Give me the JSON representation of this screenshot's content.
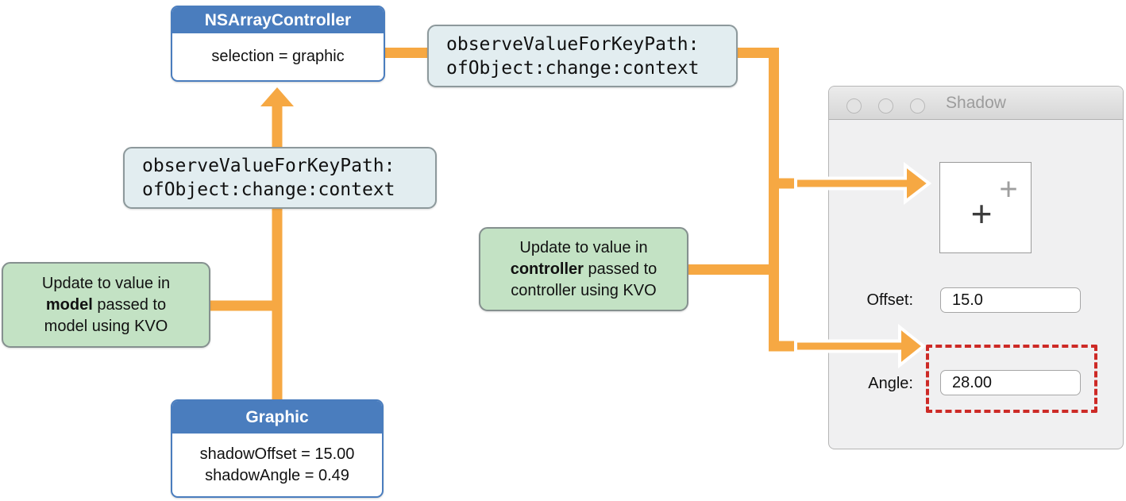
{
  "colors": {
    "accent_orange": "#F6A843",
    "class_header_blue": "#4A7DBE",
    "note_green": "#C3E2C4",
    "method_box_blue": "#E2EDF0",
    "highlight_red": "#CD2A26",
    "window_gray": "#F0F0F1"
  },
  "boxes": {
    "array_controller": {
      "title": "NSArrayController",
      "body": "selection = graphic"
    },
    "observe_top": {
      "line1": "observeValueForKeyPath:",
      "line2": "ofObject:change:context"
    },
    "observe_mid": {
      "line1": "observeValueForKeyPath:",
      "line2": "ofObject:change:context"
    },
    "graphic": {
      "title": "Graphic",
      "line1": "shadowOffset = 15.00",
      "line2": "shadowAngle = 0.49"
    },
    "note_model": {
      "line1": "Update to value in",
      "line2_bold": "model",
      "line2_rest": " passed to",
      "line3": "model using KVO"
    },
    "note_controller": {
      "line1": "Update to value in",
      "line2_bold": "controller",
      "line2_rest": " passed to",
      "line3": "controller using KVO"
    }
  },
  "window": {
    "title": "Shadow",
    "offset_label": "Offset:",
    "offset_value": "15.0",
    "angle_label": "Angle:",
    "angle_value": "28.00",
    "preview_plus_primary": "+",
    "preview_plus_secondary": "+"
  }
}
